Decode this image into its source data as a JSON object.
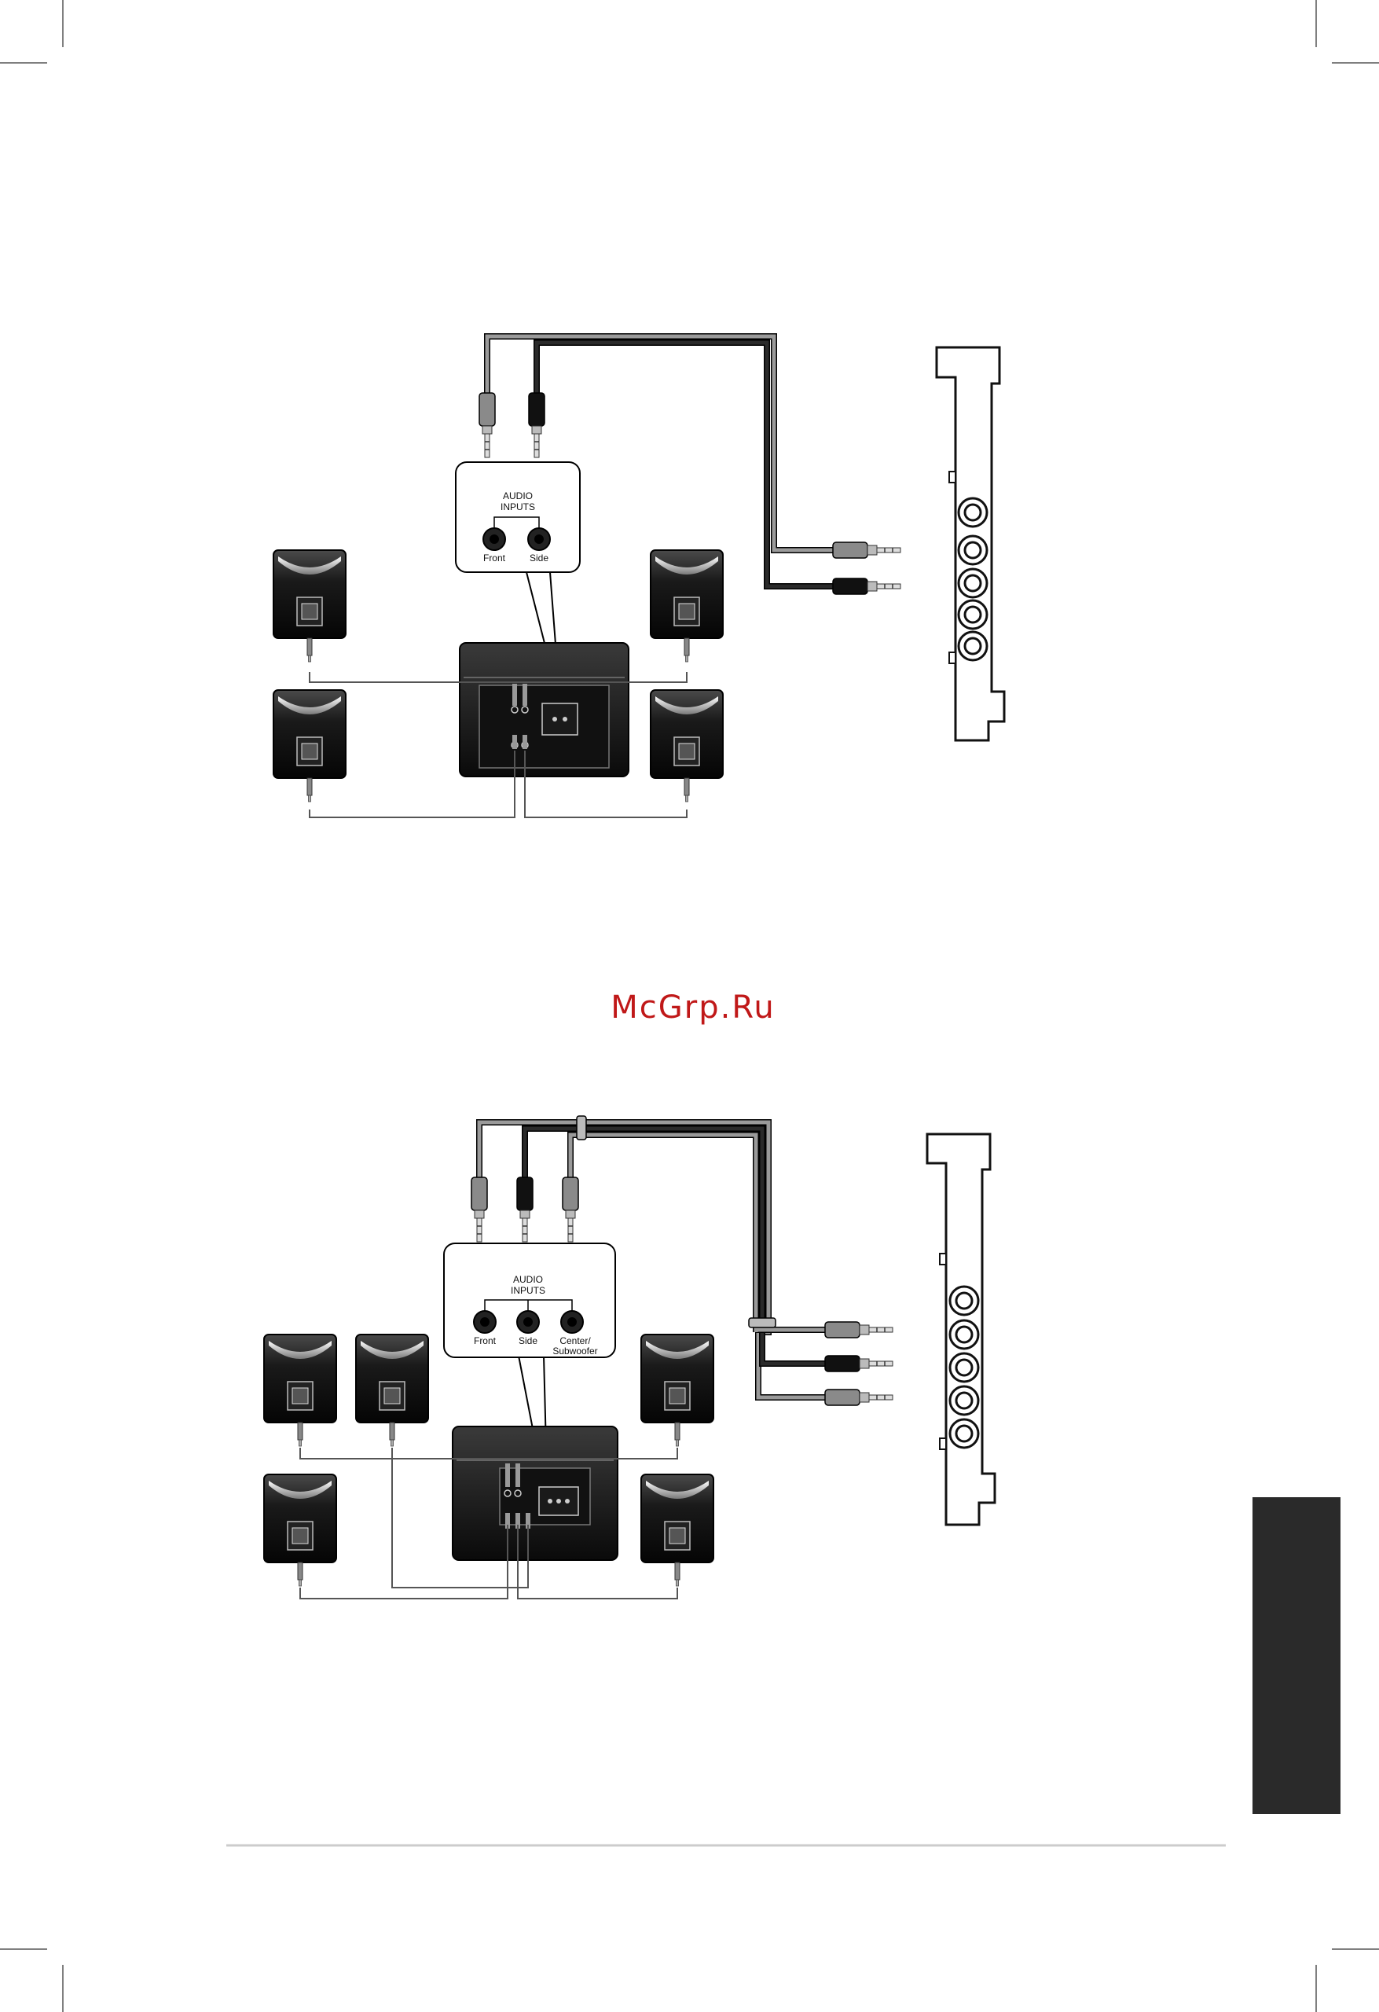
{
  "watermark": "McGrp.Ru",
  "diagram1": {
    "audio_inputs_label_line1": "AUDIO",
    "audio_inputs_label_line2": "INPUTS",
    "jacks": [
      "Front",
      "Side"
    ]
  },
  "diagram2": {
    "audio_inputs_label_line1": "AUDIO",
    "audio_inputs_label_line2": "INPUTS",
    "jacks": [
      "Front",
      "Side",
      "Center/",
      "Subwoofer"
    ]
  },
  "colors": {
    "cable_grey": "#8c8c8c",
    "cable_black": "#111111",
    "side_tab": "#2a2a2a",
    "footer_rule": "#cccccc",
    "watermark": "#c01818"
  }
}
